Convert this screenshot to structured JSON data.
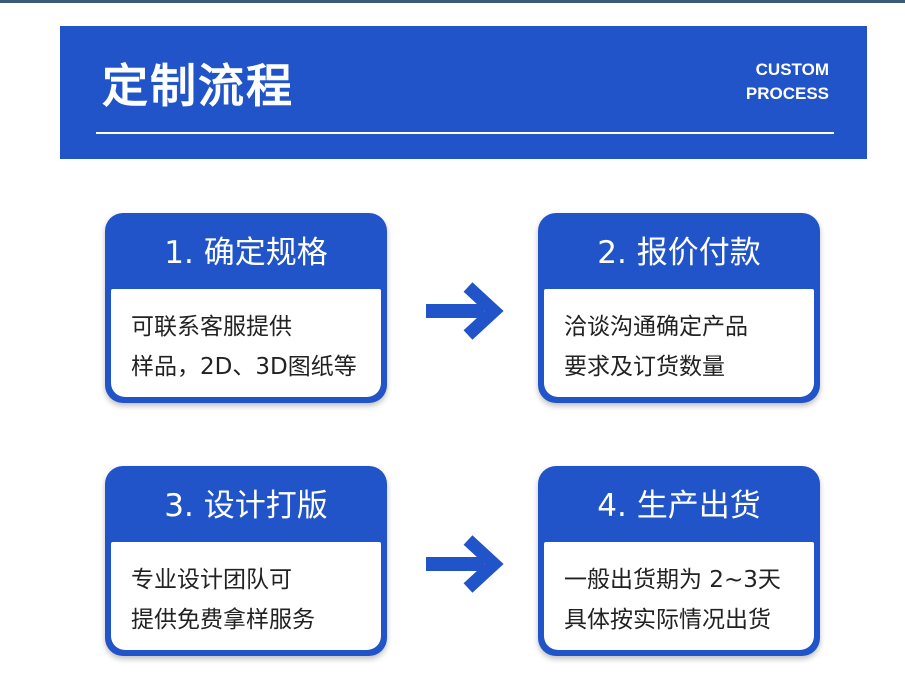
{
  "banner": {
    "title": "定制流程",
    "subtitle_line1": "CUSTOM",
    "subtitle_line2": "PROCESS"
  },
  "steps": [
    {
      "title": "1. 确定规格",
      "lines": [
        "可联系客服提供",
        "样品，2D、3D图纸等"
      ]
    },
    {
      "title": "2. 报价付款",
      "lines": [
        "洽谈沟通确定产品",
        "要求及订货数量"
      ]
    },
    {
      "title": "3. 设计打版",
      "lines": [
        "专业设计团队可",
        "提供免费拿样服务"
      ]
    },
    {
      "title": "4. 生产出货",
      "lines": [
        "一般出货期为 2~3天",
        "具体按实际情况出货"
      ]
    }
  ],
  "icons": {
    "arrow": "arrow-right-icon"
  },
  "colors": {
    "brand_blue": "#2054c8",
    "background": "#ffffff",
    "text": "#222222"
  }
}
